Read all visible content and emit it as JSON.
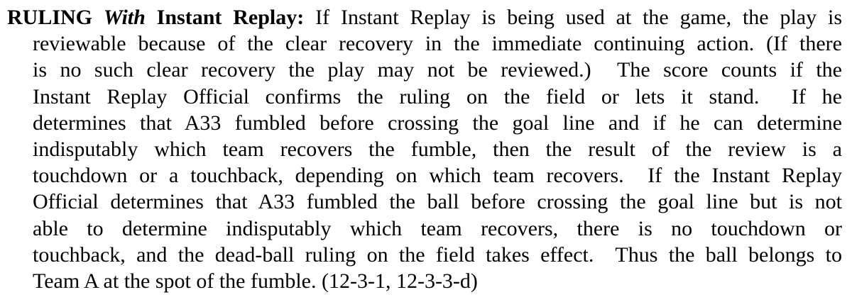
{
  "document": {
    "type": "rulebook-casebook-ruling",
    "text_color": "#000000",
    "background_color": "#ffffff",
    "heading": {
      "ruling_label": "RULING",
      "with_label": "With",
      "instant_replay_label": "Instant Replay:"
    },
    "rule_references": "(12-3-1, 12-3-3-d)",
    "full_text": "RULING With Instant Replay: If Instant Replay is being used at the game, the play is reviewable because of the clear recovery in the immediate continuing action. (If there is no such clear recovery the play may not be reviewed.)  The score counts if the Instant Replay Official confirms the ruling on the field or lets it stand.  If he determines that A33 fumbled before crossing the goal line and if he can determine indisputably which team recovers the fumble, then the result of the review is a touchdown or a touchback, depending on which team recovers.  If the Instant Replay Official determines that A33 fumbled the ball before crossing the goal line but is not able to determine indisputably which team recovers, there is no touchdown or touchback, and the dead-ball ruling on the field takes effect.  Thus the ball belongs to Team A at the spot of the fumble. (12-3-1, 12-3-3-d)",
    "lines": [
      {
        "first": true,
        "segments": [
          {
            "text": "RULING ",
            "style": "bold"
          },
          {
            "text": "With",
            "style": "bold-italic"
          },
          {
            "text": " Instant Replay: ",
            "style": "bold"
          },
          {
            "text": "If Instant Replay is being used at the game, the play is",
            "style": "regular"
          }
        ]
      },
      {
        "segments": [
          {
            "text": "reviewable because of the clear recovery in the immediate continuing action. (If there",
            "style": "regular"
          }
        ]
      },
      {
        "segments": [
          {
            "text": "is no such clear recovery the play may not be reviewed.)  The score counts if the",
            "style": "regular"
          }
        ]
      },
      {
        "segments": [
          {
            "text": "Instant Replay Official confirms the ruling on the field or lets it stand.  If he",
            "style": "regular"
          }
        ]
      },
      {
        "segments": [
          {
            "text": "determines that A33 fumbled before crossing the goal line and if he can determine",
            "style": "regular"
          }
        ]
      },
      {
        "segments": [
          {
            "text": "indisputably which team recovers the fumble, then the result of the review is a",
            "style": "regular"
          }
        ]
      },
      {
        "segments": [
          {
            "text": "touchdown or a touchback, depending on which team recovers.  If the Instant Replay",
            "style": "regular"
          }
        ]
      },
      {
        "segments": [
          {
            "text": "Official determines that A33 fumbled the ball before crossing the goal line but is not",
            "style": "regular"
          }
        ]
      },
      {
        "segments": [
          {
            "text": "able to determine indisputably which team recovers, there is no touchdown or",
            "style": "regular"
          }
        ]
      },
      {
        "segments": [
          {
            "text": "touchback, and the dead-ball ruling on the field takes effect.  Thus the ball belongs to",
            "style": "regular"
          }
        ]
      },
      {
        "last": true,
        "segments": [
          {
            "text": "Team A at the spot of the fumble. (12-3-1, 12-3-3-d)",
            "style": "regular"
          }
        ]
      }
    ]
  }
}
